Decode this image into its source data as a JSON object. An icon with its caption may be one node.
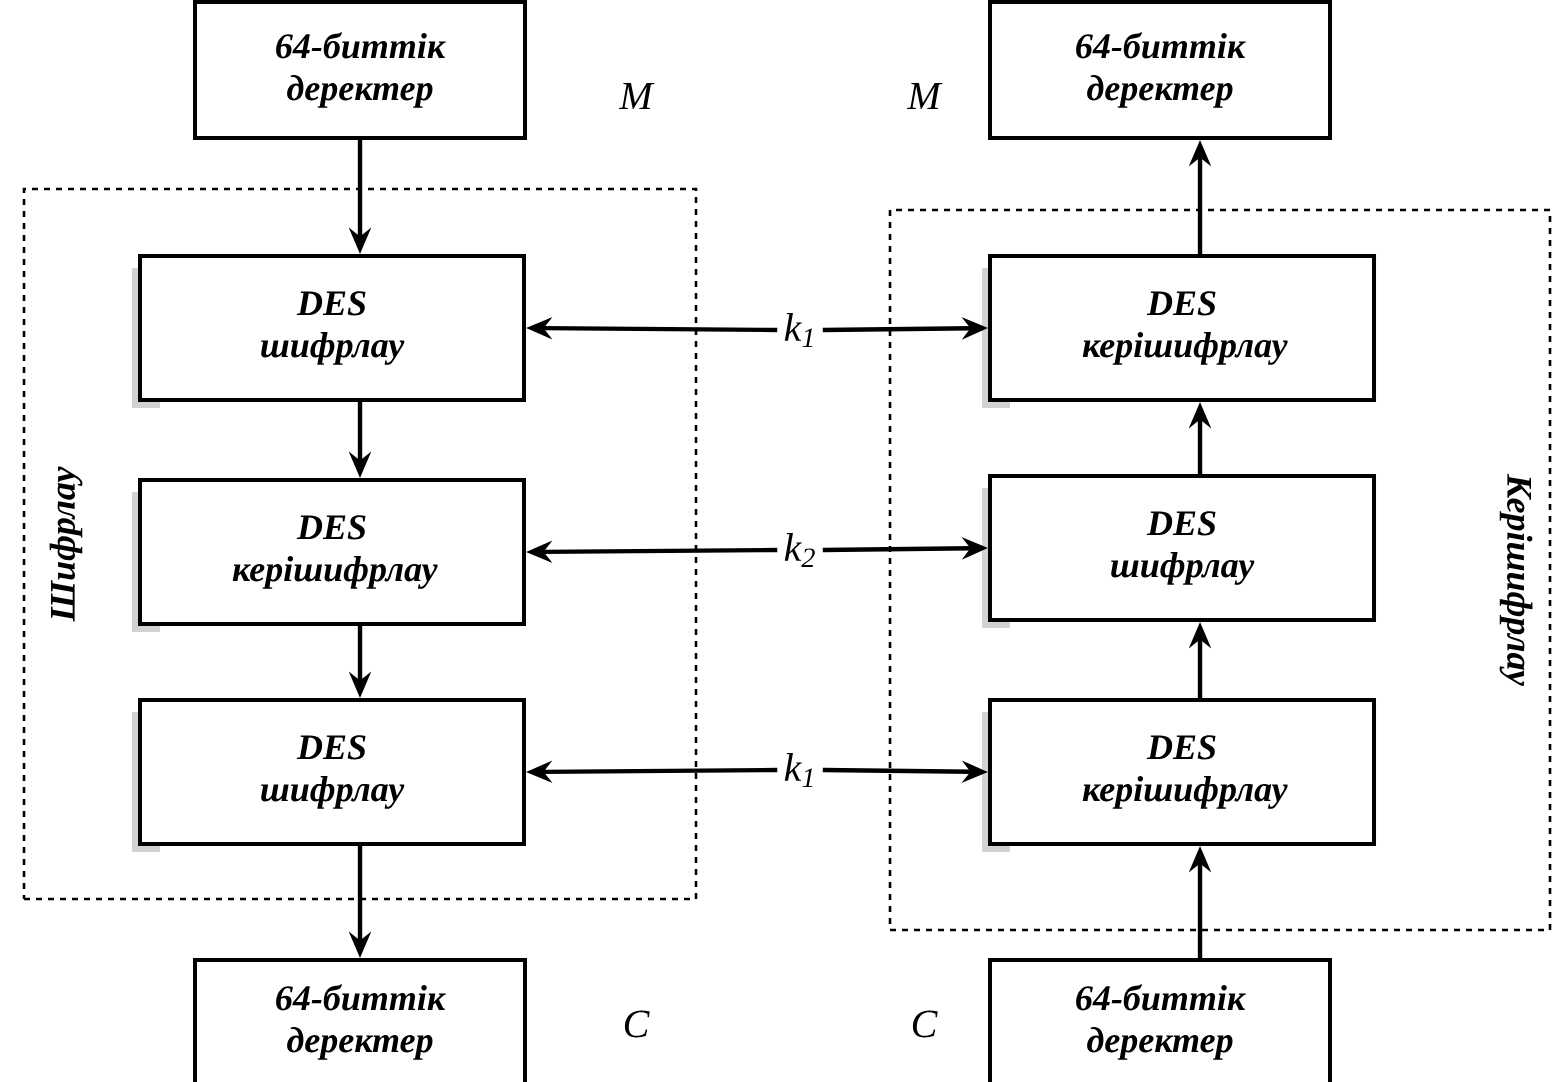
{
  "diagram": {
    "nodes": [
      {
        "text": [
          "64-биттік деректер"
        ],
        "beside": [
          "M"
        ]
      },
      {
        "text": [
          "Шифрлау"
        ]
      },
      {
        "text": [
          "DES шифрлау"
        ],
        "in": 1
      },
      {
        "text": [
          "DES керішифрлау"
        ],
        "in": 1
      },
      {
        "text": [
          "DES шифрлау"
        ],
        "in": 1
      },
      {
        "text": [
          "64-биттік деректер"
        ],
        "beside": [
          "C"
        ]
      },
      {
        "text": [
          "64-биттік деректер"
        ],
        "beside": [
          "M"
        ]
      },
      {
        "text": [
          "Керішифрлау"
        ]
      },
      {
        "text": [
          "DES керішифрлау"
        ],
        "in": 7
      },
      {
        "text": [
          "DES шифрлау"
        ],
        "in": 7
      },
      {
        "text": [
          "DES керішифрлау"
        ],
        "in": 7
      },
      {
        "text": [
          "64-биттік деректер"
        ],
        "beside": [
          "C"
        ]
      },
      {
        "text": [
          "k$_{1}$"
        ]
      },
      {
        "text": [
          "k$_{2}$"
        ]
      },
      {
        "text": [
          "k$_{1}$"
        ]
      }
    ],
    "edges": [
      {
        "from": 0,
        "to": 2,
        "arrow": "to"
      },
      {
        "from": 2,
        "to": 3,
        "arrow": "to"
      },
      {
        "from": 3,
        "to": 4,
        "arrow": "to"
      },
      {
        "from": 4,
        "to": 5,
        "arrow": "to"
      },
      {
        "from": 11,
        "to": 10,
        "arrow": "to"
      },
      {
        "from": 10,
        "to": 9,
        "arrow": "to"
      },
      {
        "from": 9,
        "to": 8,
        "arrow": "to"
      },
      {
        "from": 8,
        "to": 6,
        "arrow": "to"
      },
      {
        "from": 12,
        "to": 2,
        "arrow": "to"
      },
      {
        "from": 12,
        "to": 8,
        "arrow": "to"
      },
      {
        "from": 13,
        "to": 3,
        "arrow": "to"
      },
      {
        "from": 13,
        "to": 9,
        "arrow": "to"
      },
      {
        "from": 14,
        "to": 4,
        "arrow": "to"
      },
      {
        "from": 14,
        "to": 10,
        "arrow": "to"
      }
    ]
  }
}
